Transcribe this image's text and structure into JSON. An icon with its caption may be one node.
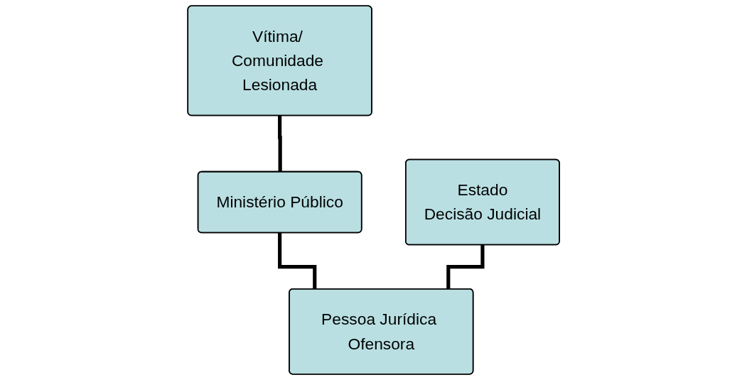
{
  "diagram": {
    "nodes": [
      {
        "text": [
          "Ministério Público"
        ]
      },
      {
        "text": [
          "Estado",
          "Decisão Judicial"
        ]
      },
      {
        "text": [
          "Vítima/ Comunidade Lesionada"
        ]
      },
      {
        "text": [
          "Pessoa Jurídica Ofensora"
        ]
      }
    ],
    "edges": [
      {
        "from": 2,
        "to": 0,
        "arrow": "none"
      },
      {
        "from": 0,
        "to": 3,
        "arrow": "none"
      },
      {
        "from": 1,
        "to": 3,
        "arrow": "none"
      }
    ]
  }
}
